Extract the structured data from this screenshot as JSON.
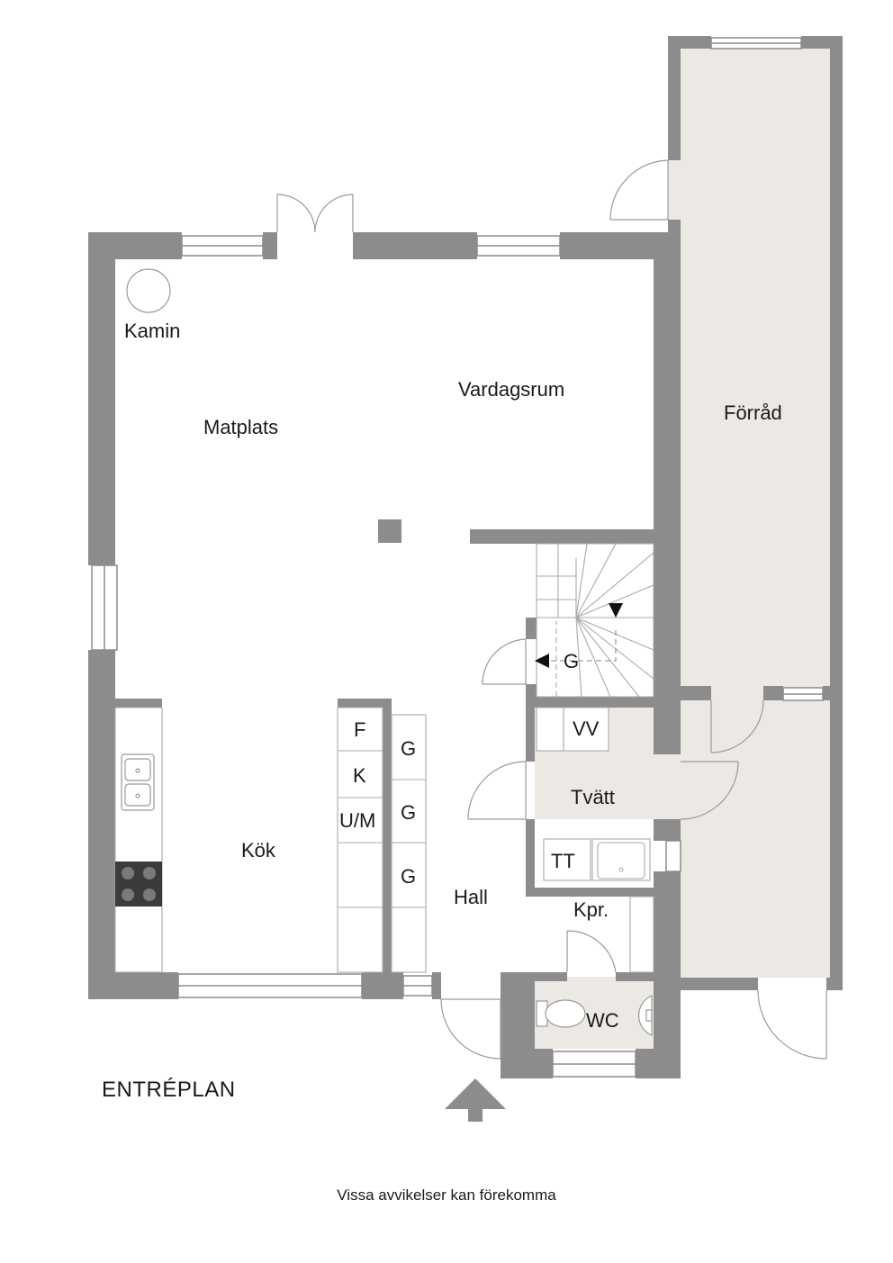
{
  "title": "ENTRÉPLAN",
  "disclaimer": "Vissa avvikelser kan förekomma",
  "rooms": {
    "kamin": "Kamin",
    "matplats": "Matplats",
    "vardagsrum": "Vardagsrum",
    "forrad": "Förråd",
    "kok": "Kök",
    "hall": "Hall",
    "tvatt": "Tvätt",
    "kpr": "Kpr.",
    "wc": "WC"
  },
  "appliances": {
    "f": "F",
    "k": "K",
    "um": "U/M",
    "g1": "G",
    "g2": "G",
    "g3": "G",
    "g_stair": "G",
    "vv": "VV",
    "tt": "TT"
  },
  "colors": {
    "wall": "#8c8c8c",
    "storage_floor": "#ece9e4",
    "wet_floor": "#ece9e4",
    "line": "#a0a0a0"
  }
}
